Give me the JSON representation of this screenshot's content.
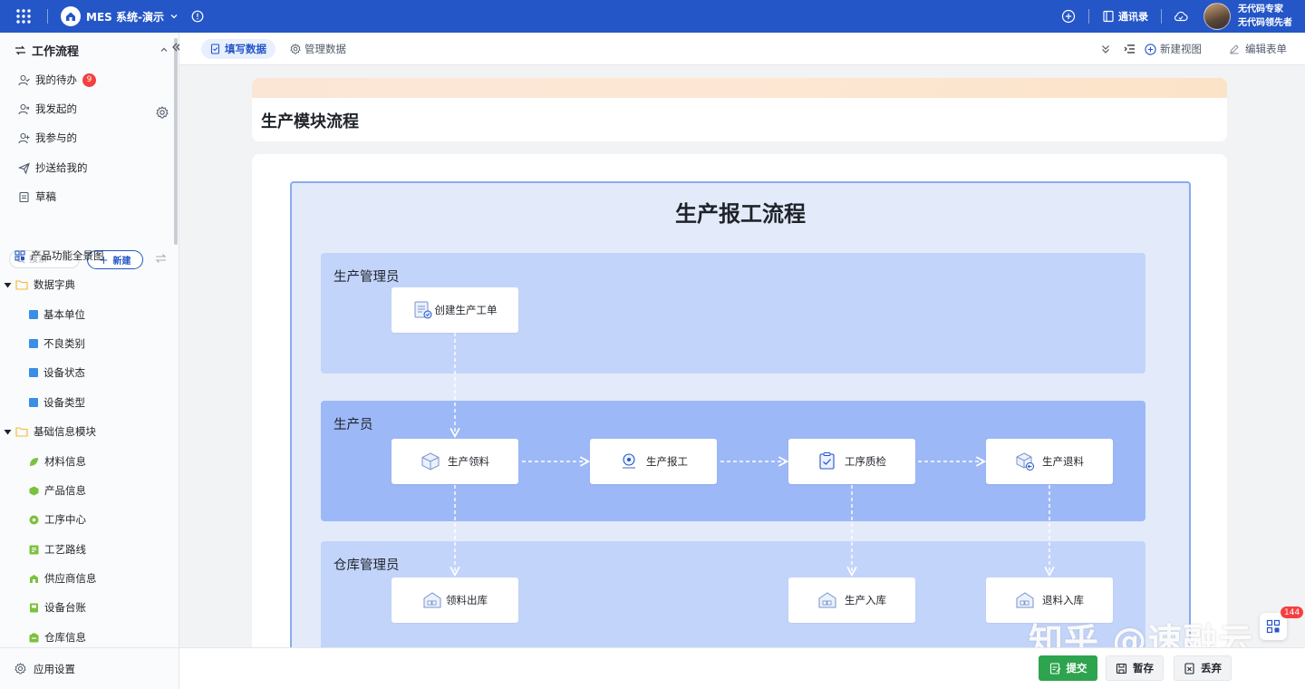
{
  "topbar": {
    "app_title": "MES 系统-演示",
    "contacts": "通讯录",
    "user_line1": "无代码专家",
    "user_line2": "无代码领先者"
  },
  "sidebar": {
    "title": "工作流程",
    "menu": [
      {
        "label": "我的待办",
        "badge": "9"
      },
      {
        "label": "我发起的"
      },
      {
        "label": "我参与的"
      },
      {
        "label": "抄送给我的"
      },
      {
        "label": "草稿"
      }
    ],
    "search_placeholder": "搜索",
    "new_label": "新建",
    "tree": [
      {
        "label": "产品功能全景图"
      },
      {
        "label": "数据字典"
      },
      {
        "label": "基本单位"
      },
      {
        "label": "不良类别"
      },
      {
        "label": "设备状态"
      },
      {
        "label": "设备类型"
      },
      {
        "label": "基础信息模块"
      },
      {
        "label": "材料信息"
      },
      {
        "label": "产品信息"
      },
      {
        "label": "工序中心"
      },
      {
        "label": "工艺路线"
      },
      {
        "label": "供应商信息"
      },
      {
        "label": "设备台账"
      },
      {
        "label": "仓库信息"
      }
    ],
    "settings_label": "应用设置"
  },
  "toolbar": {
    "tab_fill": "填写数据",
    "tab_manage": "管理数据",
    "new_view": "新建视图",
    "edit_form": "编辑表单"
  },
  "form": {
    "title": "生产模块流程"
  },
  "diagram": {
    "title": "生产报工流程",
    "lanes": [
      {
        "title": "生产管理员",
        "color": "#c3d4fb"
      },
      {
        "title": "生产员",
        "color": "#9db8f6"
      },
      {
        "title": "仓库管理员",
        "color": "#c3d4fb"
      }
    ],
    "nodes": [
      {
        "label": "创建生产工单",
        "icon": "create-order-icon"
      },
      {
        "label": "生产领料",
        "icon": "material-box-icon"
      },
      {
        "label": "生产报工",
        "icon": "report-icon"
      },
      {
        "label": "工序质检",
        "icon": "quality-check-icon"
      },
      {
        "label": "生产退料",
        "icon": "return-material-icon"
      },
      {
        "label": "领料出库",
        "icon": "warehouse-icon"
      },
      {
        "label": "生产入库",
        "icon": "warehouse-icon"
      },
      {
        "label": "退料入库",
        "icon": "warehouse-icon"
      }
    ],
    "accent": "#2456c7"
  },
  "watermark": "知乎 @速融云",
  "float_badge": "144",
  "footer": {
    "submit": "提交",
    "save": "暂存",
    "discard": "丢弃"
  },
  "colors": {
    "brand": "#2456c7",
    "submit": "#2ea44f",
    "badge": "#f53f3f"
  }
}
